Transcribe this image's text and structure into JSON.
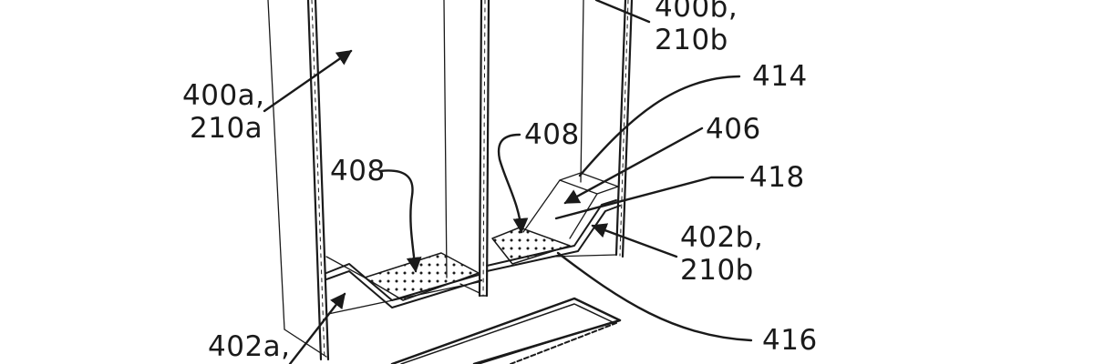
{
  "figure": {
    "type": "patent-line-drawing",
    "colors": {
      "ink": "#1a1a1a",
      "background": "#ffffff"
    },
    "labels": [
      {
        "id": "400b_210b",
        "lines": [
          "400b,",
          "210b"
        ]
      },
      {
        "id": "400a_210a",
        "lines": [
          "400a,",
          "210a"
        ]
      },
      {
        "id": "414",
        "lines": [
          "414"
        ]
      },
      {
        "id": "406",
        "lines": [
          "406"
        ]
      },
      {
        "id": "408_right",
        "lines": [
          "408"
        ]
      },
      {
        "id": "408_left",
        "lines": [
          "408"
        ]
      },
      {
        "id": "418",
        "lines": [
          "418"
        ]
      },
      {
        "id": "402b_210b",
        "lines": [
          "402b,",
          "210b"
        ]
      },
      {
        "id": "416",
        "lines": [
          "416"
        ]
      },
      {
        "id": "402a_210a",
        "lines": [
          "402a,"
        ]
      }
    ]
  }
}
